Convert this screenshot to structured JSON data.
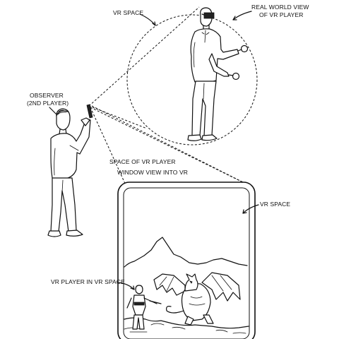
{
  "labels": {
    "vr_space_top": "VR SPACE",
    "real_world_line1": "REAL WORLD VIEW",
    "real_world_line2": "OF VR PLAYER",
    "observer_line1": "OBSERVER",
    "observer_line2": "(2ND PLAYER)",
    "space_of_vr_player": "SPACE OF VR PLAYER",
    "window_view": "WINDOW VIEW INTO VR",
    "vr_space_device": "VR SPACE",
    "vr_player_in_space": "VR PLAYER IN VR SPACE"
  },
  "colors": {
    "ink": "#111111",
    "paper": "#ffffff"
  }
}
